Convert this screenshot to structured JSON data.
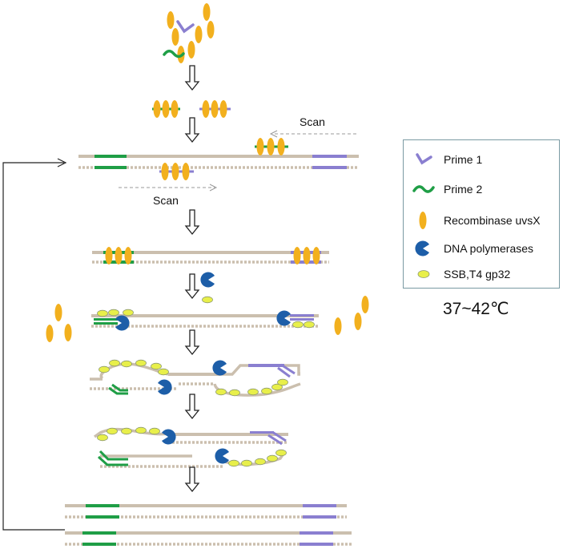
{
  "labels": {
    "scan_top": "Scan",
    "scan_bottom": "Scan",
    "temperature": "37~42℃"
  },
  "legend": {
    "items": [
      {
        "icon": "primer-1-icon",
        "label": "Prime 1"
      },
      {
        "icon": "primer-2-icon",
        "label": "Prime 2"
      },
      {
        "icon": "recombinase-icon",
        "label": "Recombinase uvsX"
      },
      {
        "icon": "polymerase-icon",
        "label": "DNA polymerases"
      },
      {
        "icon": "ssb-protein-icon",
        "label": "SSB,T4 gp32"
      }
    ]
  },
  "colors": {
    "strand": "#cbbfae",
    "primer1": "#8a7fd0",
    "primer2": "#1f9e46",
    "recombinase": "#f2b01e",
    "polymerase": "#1d5ea8",
    "ssb": "#e8ef4a",
    "ssb_outline": "#8d9a6e",
    "legend_border": "#7a9aa3",
    "arrow": "#444444"
  }
}
